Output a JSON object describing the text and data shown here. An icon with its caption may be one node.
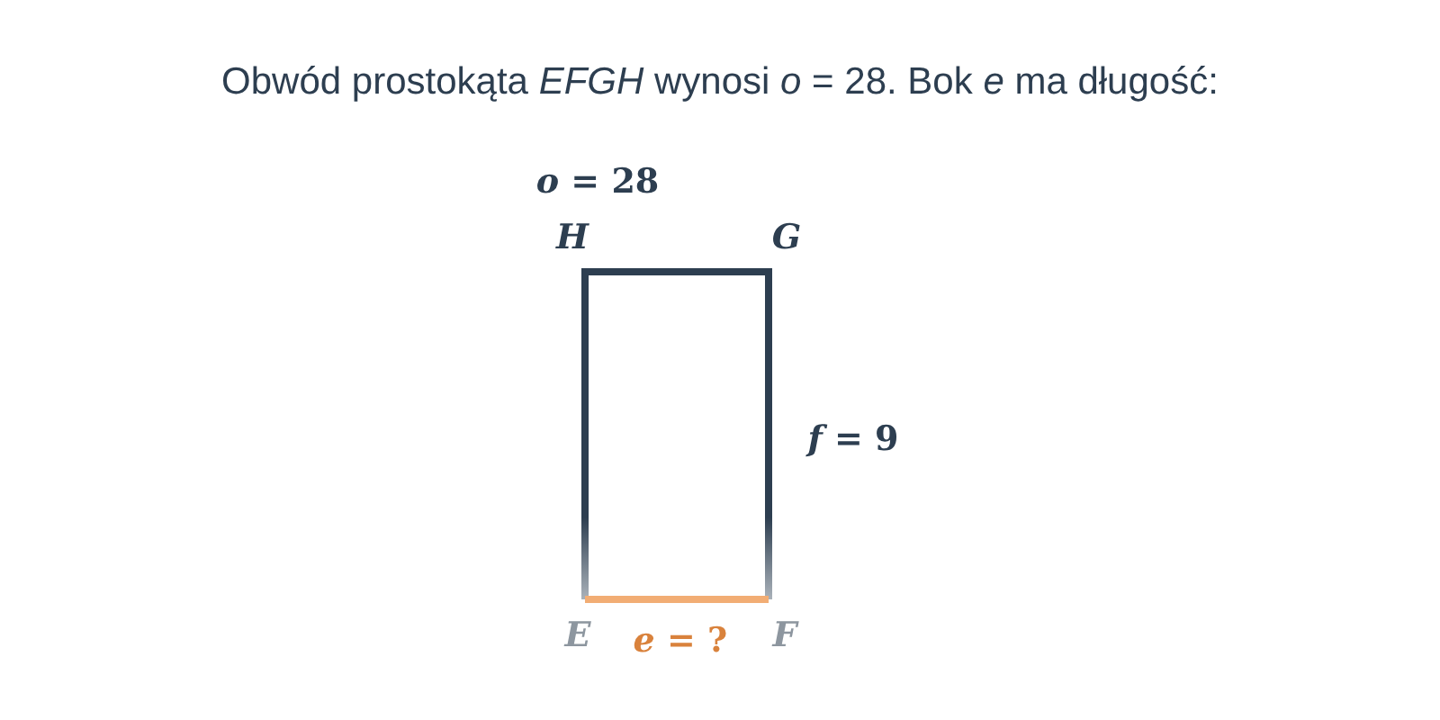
{
  "diagram": {
    "title": "Obwód prostokąta *EFGH* wynosi *o* = 28. Bok *e* ma długość:",
    "labels": [
      "*o* = 28",
      "*H*",
      "*G*",
      "*f* = 9",
      "*E*",
      "*e* = ?",
      "*F*"
    ]
  }
}
